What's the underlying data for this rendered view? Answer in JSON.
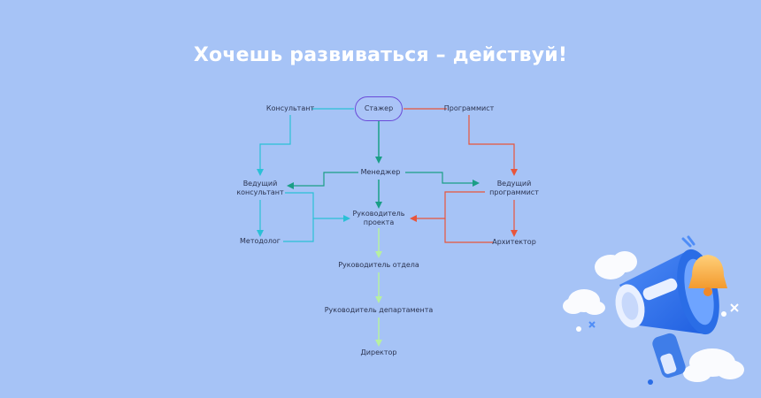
{
  "title": "Хочешь развиваться – действуй!",
  "nodes": {
    "intern": "Стажер",
    "consultant": "Консультант",
    "programmer": "Программист",
    "manager": "Менеджер",
    "lead_consultant": "Ведущий\nконсультант",
    "lead_programmer": "Ведущий\nпрограммист",
    "project_lead": "Руководитель\nпроекта",
    "methodologist": "Методолог",
    "architect": "Архитектор",
    "dept_lead": "Руководитель отдела",
    "department_lead": "Руководитель департамента",
    "director": "Директор"
  },
  "colors": {
    "background": "#a6c3f6",
    "teal": "#1a9e86",
    "cyan": "#2bc0d6",
    "red": "#e8553b",
    "light_green": "#b7f0a0",
    "purple": "#6a4bd8"
  },
  "decor": {
    "illustration": "megaphone-with-bell-icon"
  }
}
